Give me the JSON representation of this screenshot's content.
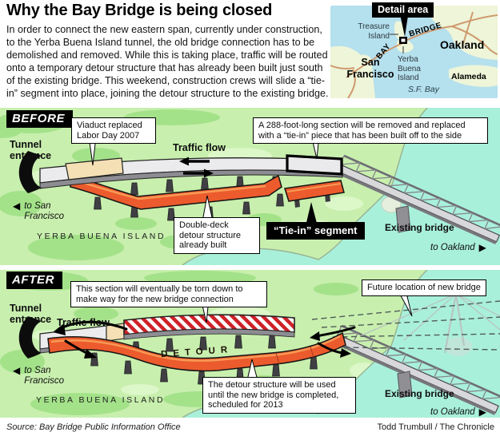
{
  "header": {
    "title": "Why the Bay Bridge is being closed",
    "intro": "In order to connect the new eastern span, currently under construction, to the Yerba Buena Island tunnel, the old bridge connection has to be demolished and removed. While this is taking place, traffic will be routed onto a temporary detour structure that has already been built just south of the existing bridge. This weekend, construction crews will slide a “tie-in” segment into place, joining the detour structure to the existing bridge."
  },
  "locator": {
    "label": "Detail area",
    "treasure_island": "Treasure Island",
    "bay": "BAY",
    "bridge": "BRIDGE",
    "oakland": "Oakland",
    "san_francisco": "San Francisco",
    "yerba_buena": "Yerba Buena Island",
    "alameda": "Alameda",
    "sf_bay": "S.F. Bay"
  },
  "before": {
    "tag": "BEFORE",
    "viaduct_callout": "Viaduct replaced Labor Day 2007",
    "tunnel": "Tunnel entrance",
    "traffic_flow": "Traffic flow",
    "section_callout": "A 288-foot-long section will be removed and replaced with a “tie-in” piece that has been built off to the side",
    "double_deck_callout": "Double-deck detour structure already built",
    "tie_in": "“Tie-in” segment",
    "island": "YERBA BUENA ISLAND",
    "to_sf": "to San Francisco",
    "existing_bridge": "Existing bridge",
    "to_oakland": "to Oakland"
  },
  "after": {
    "tag": "AFTER",
    "torn_down_callout": "This section will eventually be torn down to make way for the new bridge connection",
    "tunnel": "Tunnel entrance",
    "traffic_flow": "Traffic flow",
    "detour": "DETOUR",
    "future_callout": "Future location of new bridge",
    "detour_callout": "The detour structure will be used until the new bridge is completed, scheduled for 2013",
    "island": "YERBA BUENA ISLAND",
    "to_sf": "to San Francisco",
    "existing_bridge": "Existing bridge",
    "to_oakland": "to Oakland"
  },
  "footer": {
    "source": "Source: Bay Bridge Public Information Office",
    "credit": "Todd Trumbull / The Chronicle"
  },
  "icons": {
    "arrow_left": "◀",
    "arrow_right": "▶"
  },
  "colors": {
    "land_green": "#c8efae",
    "land_green_dark": "#a4e28a",
    "water_panel": "#a9f0da",
    "detour_orange": "#ec5b2d",
    "viaduct_tan": "#f4e0b4",
    "hatch_red": "#ce2127",
    "deck_gray": "#ebebed",
    "map_water": "#b5e0ee",
    "map_land": "#eef5d8",
    "map_road": "#cf9a6f",
    "label_black": "#000000"
  }
}
